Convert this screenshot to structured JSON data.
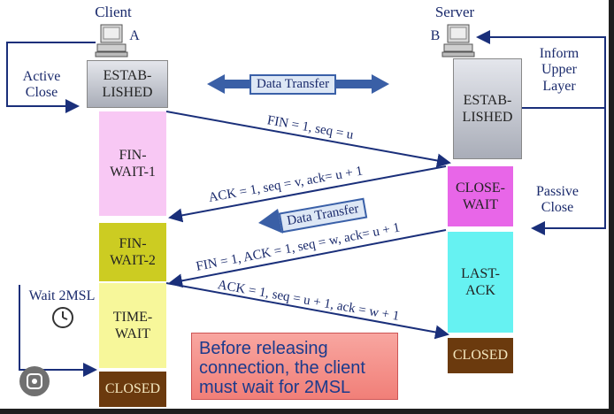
{
  "client": {
    "title": "Client",
    "tag": "A",
    "action": "Active Close"
  },
  "server": {
    "title": "Server",
    "tag": "B",
    "inform": "Inform Upper Layer",
    "action": "Passive Close"
  },
  "client_states": [
    "ESTAB-LISHED",
    "FIN-WAIT-1",
    "FIN-WAIT-2",
    "TIME-WAIT",
    "CLOSED"
  ],
  "server_states": [
    "ESTAB-LISHED",
    "CLOSE-WAIT",
    "LAST-ACK",
    "CLOSED"
  ],
  "banners": {
    "top": "Data Transfer",
    "middle": "Data Transfer"
  },
  "messages": {
    "m1": "FIN = 1, seq = u",
    "m2": "ACK = 1, seq = v, ack= u + 1",
    "m3": "FIN = 1, ACK = 1, seq = w, ack= u + 1",
    "m4": "ACK = 1, seq = u + 1, ack = w + 1"
  },
  "wait_label": "Wait 2MSL",
  "note": "Before releasing connection, the client must wait for 2MSL",
  "colors": {
    "fin_wait_1": "#f8c8f4",
    "fin_wait_2": "#cccc22",
    "time_wait": "#f7f79a",
    "closed": "#6b3a0e",
    "close_wait": "#e866e8",
    "last_ack": "#66f2f2",
    "established": "#c9ccd4",
    "arrow": "#1a2f7a"
  }
}
